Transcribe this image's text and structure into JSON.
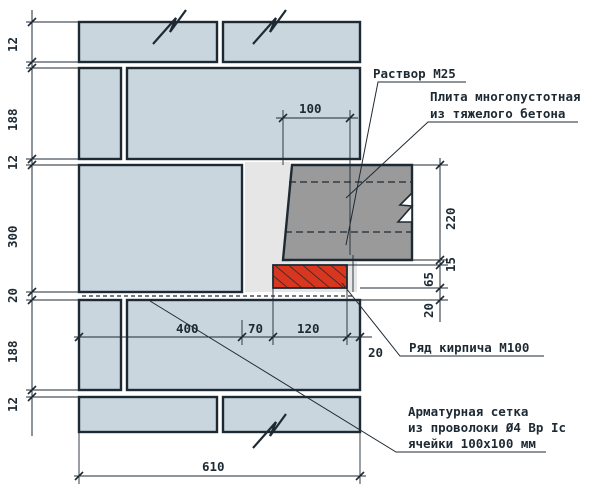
{
  "labels": {
    "mortar": "Раствор М25",
    "slab_line1": "Плита многопустотная",
    "slab_line2": "из тяжелого бетона",
    "brick_row": "Ряд кирпича М100",
    "mesh_line1": "Арматурная сетка",
    "mesh_line2": "из проволоки Ø4 Вр Iс",
    "mesh_line3": "ячейки 100х100 мм"
  },
  "dimensions": {
    "left_12_top": "12",
    "left_188_top": "188",
    "left_12_mid": "12",
    "left_300": "300",
    "left_20": "20",
    "left_188_bot": "188",
    "left_12_bot": "12",
    "slab_bearing_100": "100",
    "slab_220": "220",
    "right_15": "15",
    "right_65": "65",
    "right_20": "20",
    "horiz_400": "400",
    "horiz_70": "70",
    "horiz_120": "120",
    "horiz_20": "20",
    "total_610": "610"
  },
  "colors": {
    "block_fill": "#c9d6de",
    "mortar_fill": "#e6e6e6",
    "slab_fill": "#9a9a9a",
    "brick_fill": "#d9361f",
    "line": "#1e2a33"
  }
}
